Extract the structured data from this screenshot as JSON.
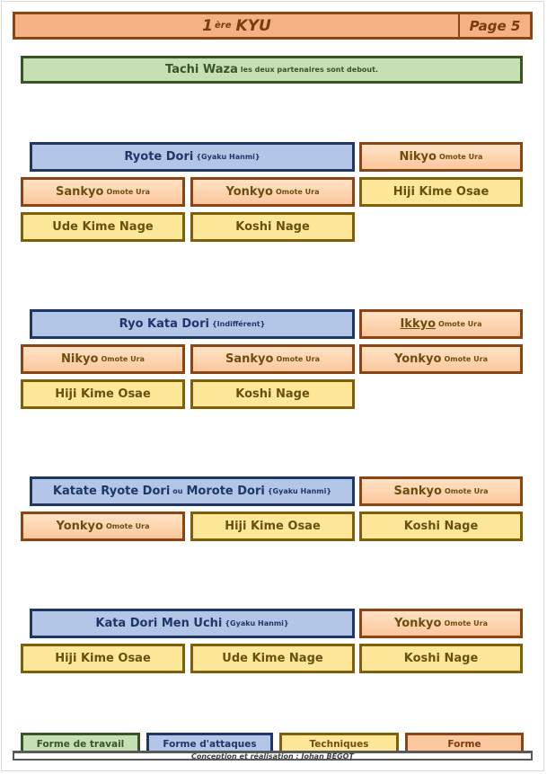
{
  "header": {
    "level_prefix": "1",
    "level_sup": "ère",
    "level_suffix": "KYU",
    "page": "Page 5"
  },
  "tachi": {
    "title": "Tachi Waza",
    "sub": "les deux partenaires sont debout."
  },
  "groups": [
    {
      "attack": "Ryote Dori",
      "attack_sup": "{Gyaku Hanmi}",
      "items": [
        {
          "name": "Nikyo",
          "sup": "Omote Ura"
        },
        {
          "name": "Sankyo",
          "sup": "Omote Ura"
        },
        {
          "name": "Yonkyo",
          "sup": "Omote Ura"
        },
        {
          "name": "Hiji Kime Osae",
          "sup": ""
        },
        {
          "name": "Ude Kime Nage",
          "sup": ""
        },
        {
          "name": "Koshi Nage",
          "sup": ""
        }
      ]
    },
    {
      "attack": "Ryo Kata Dori",
      "attack_sup": "{Indifférent}",
      "items": [
        {
          "name": "Ikkyo",
          "sup": "Omote Ura"
        },
        {
          "name": "Nikyo",
          "sup": "Omote Ura"
        },
        {
          "name": "Sankyo",
          "sup": "Omote Ura"
        },
        {
          "name": "Yonkyo",
          "sup": "Omote Ura"
        },
        {
          "name": "Hiji Kime Osae",
          "sup": ""
        },
        {
          "name": "Koshi Nage",
          "sup": ""
        }
      ]
    },
    {
      "attack": "Katate Ryote Dori",
      "attack_mid": "ou",
      "attack_b": "Morote Dori",
      "attack_sup": "{Gyaku Hanmi}",
      "items": [
        {
          "name": "Sankyo",
          "sup": "Omote Ura"
        },
        {
          "name": "Yonkyo",
          "sup": "Omote Ura"
        },
        {
          "name": "Hiji Kime Osae",
          "sup": ""
        },
        {
          "name": "Koshi Nage",
          "sup": ""
        }
      ]
    },
    {
      "attack": "Kata Dori Men Uchi",
      "attack_sup": "{Gyaku Hanmi}",
      "items": [
        {
          "name": "Yonkyo",
          "sup": "Omote Ura"
        },
        {
          "name": "Hiji Kime Osae",
          "sup": ""
        },
        {
          "name": "Ude Kime Nage",
          "sup": ""
        },
        {
          "name": "Koshi Nage",
          "sup": ""
        }
      ]
    }
  ],
  "legend": {
    "travail": "Forme de travail",
    "attaques": "Forme d'attaques",
    "techniques": "Techniques",
    "forme": "Forme"
  },
  "footer": "Conception et réalisation : Johan BÉGOT",
  "colors": {
    "header_bg": "#f4b183",
    "technique_bg": "#ffe79a",
    "attack_bg": "#b4c6e8",
    "travail_bg": "#c6e0b4",
    "forme_bg": "#fbc79e"
  }
}
